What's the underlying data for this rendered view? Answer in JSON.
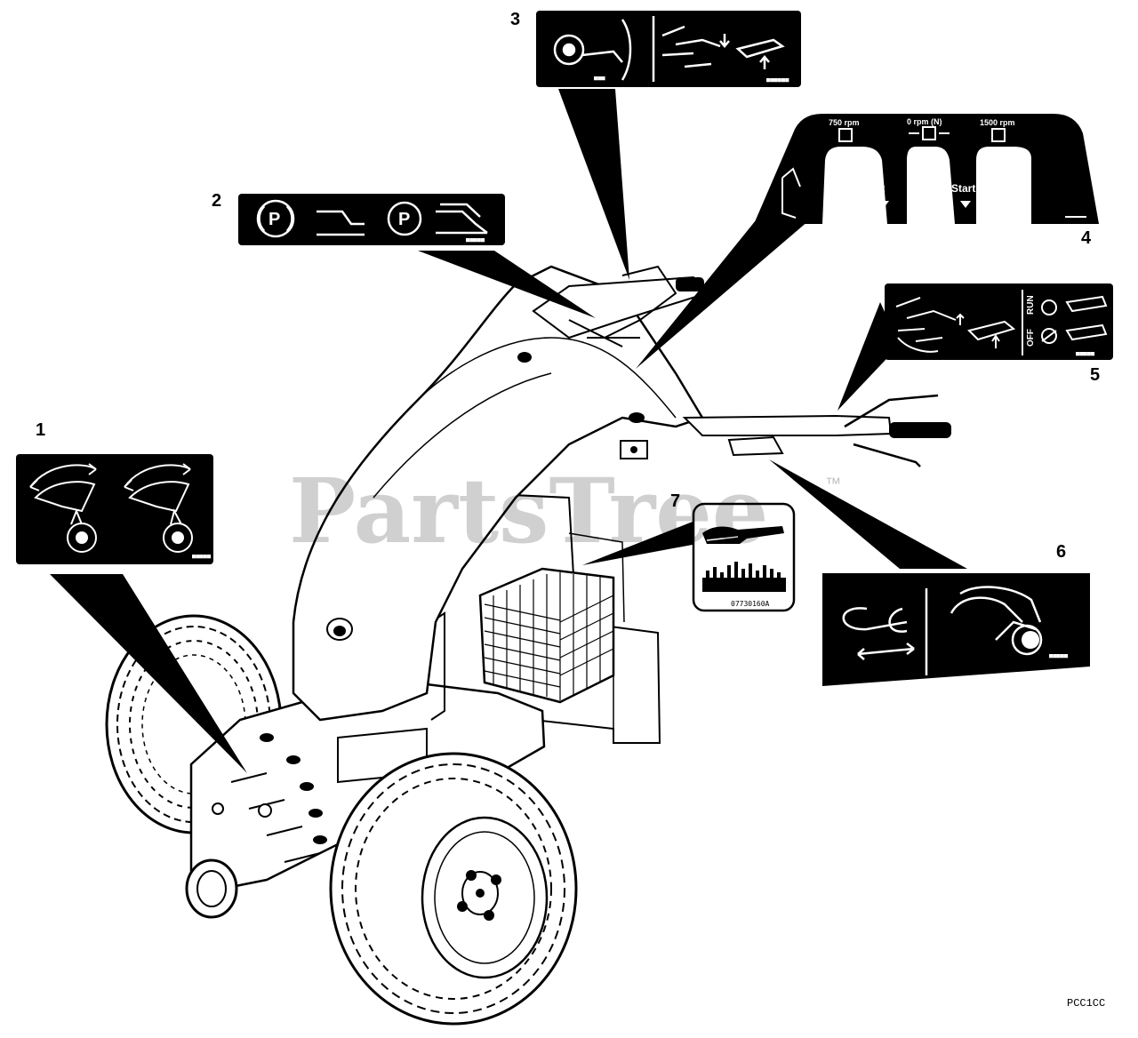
{
  "diagram": {
    "callouts": [
      "1",
      "2",
      "3",
      "4",
      "5",
      "6",
      "7"
    ],
    "decal_4": {
      "top_labels": [
        "750 rpm",
        "0 rpm (N)",
        "1500 rpm"
      ],
      "start_labels": [
        "Start",
        "Start"
      ]
    },
    "decal_5": {
      "run_label": "RUN",
      "off_label": "OFF"
    },
    "decal_7": {
      "part_code": "07730160A"
    },
    "watermark": "PartsTree",
    "trademark": "™",
    "figure_ref": "PCC1CC"
  }
}
